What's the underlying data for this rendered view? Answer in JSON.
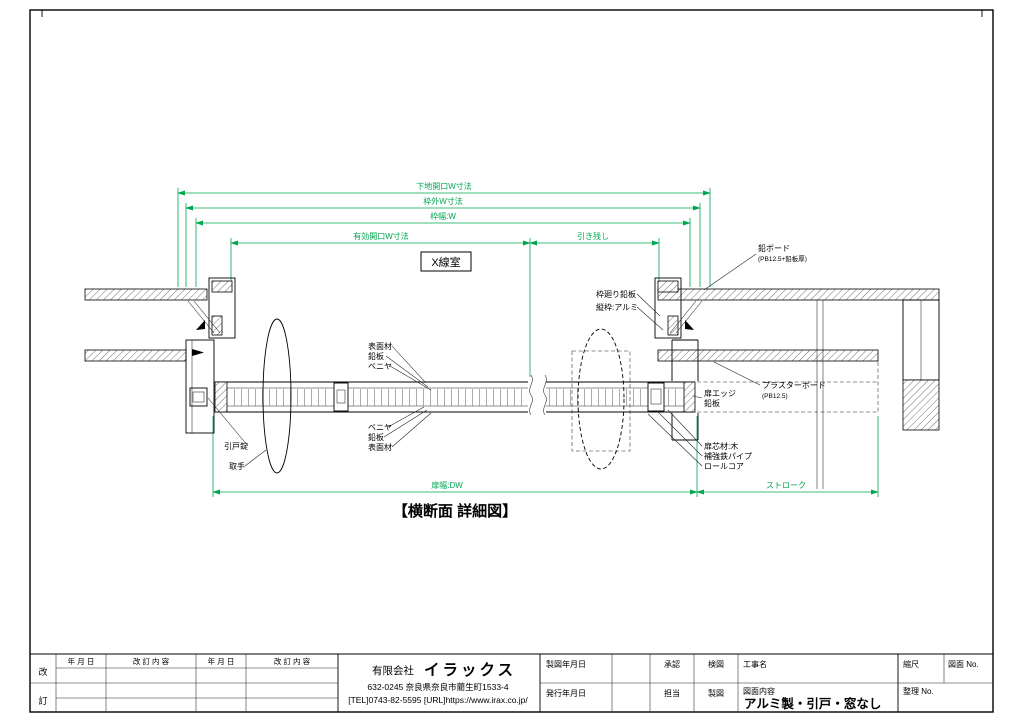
{
  "colors": {
    "dimension_green": "#00a651",
    "line_black": "#000000",
    "paper": "#ffffff"
  },
  "drawing": {
    "section_title": "【横断面 詳細図】",
    "room_label": "X線室",
    "dims": {
      "shitaji": "下地開口W寸法",
      "wakugai": "枠外W寸法",
      "wakuhaba": "枠幅:W",
      "yuko": "有効開口W寸法",
      "hikinokoshi": "引き残し",
      "tobirahaba": "扉幅:DW",
      "stroke": "ストローク"
    },
    "ann": {
      "lead_board": "鉛ボード",
      "lead_board_sub": "(PB12.5+鉛板厚)",
      "waku_lead": "枠廻り鉛板",
      "tate_waku": "縦枠:アルミ",
      "hyomen_top": "表面材",
      "lead_top": "鉛板",
      "veneer_top": "ベニヤ",
      "veneer_bot": "ベニヤ",
      "lead_bot": "鉛板",
      "hyomen_bot": "表面材",
      "plasterboard": "プラスターボード",
      "plasterboard_sub": "(PB12.5)",
      "door_edge": "扉エッジ",
      "door_edge_lead": "鉛板",
      "door_core": "扉芯材:木",
      "pipe": "補強鉄パイプ",
      "roll_core": "ロールコア",
      "lock": "引戸錠",
      "handle": "取手"
    }
  },
  "title_block": {
    "rev_col": {
      "top": "改",
      "bottom": "訂"
    },
    "rev_headers": {
      "date1": "年 月 日",
      "content1": "改 訂 内 容",
      "date2": "年 月 日",
      "content2": "改 訂 内 容"
    },
    "company": {
      "prefix": "有限会社",
      "name": "イラックス",
      "address": "632-0245 奈良県奈良市藺生町1533-4",
      "contact": "[TEL]0743-82-5595 [URL]https://www.irax.co.jp/"
    },
    "fields": {
      "drawing_date": "製図年月日",
      "approval": "承認",
      "check": "検図",
      "project": "工事名",
      "scale": "縮尺",
      "sheet_no": "図面 No.",
      "issue_date": "発行年月日",
      "in_charge": "担当",
      "drafted": "製図",
      "content_label": "図面内容",
      "ref_no": "整理 No."
    },
    "content_value": "アルミ製・引戸・窓なし"
  }
}
